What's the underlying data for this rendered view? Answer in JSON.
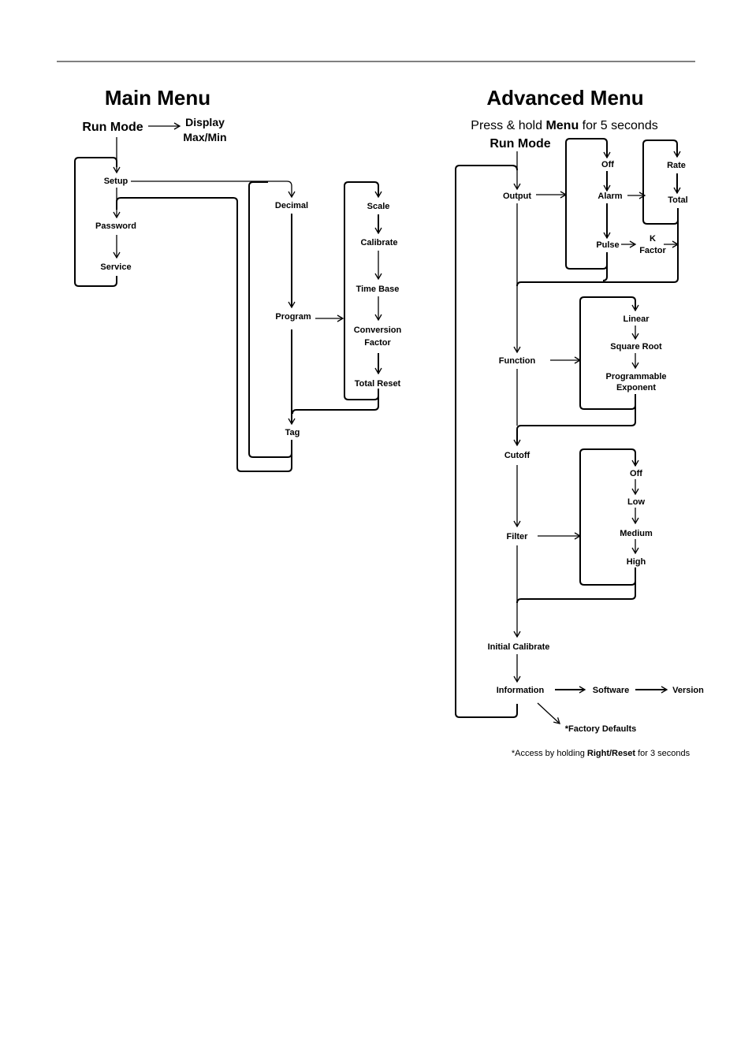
{
  "main_menu": {
    "title": "Main Menu",
    "run_mode": "Run Mode",
    "display_line1": "Display",
    "display_line2": "Max/Min",
    "setup": "Setup",
    "password": "Password",
    "service": "Service",
    "decimal": "Decimal",
    "program": "Program",
    "tag": "Tag",
    "scale": "Scale",
    "calibrate": "Calibrate",
    "time_base": "Time Base",
    "conversion_line1": "Conversion",
    "conversion_line2": "Factor",
    "total_reset": "Total Reset"
  },
  "advanced_menu": {
    "title": "Advanced Menu",
    "instruction_pre": "Press & hold ",
    "instruction_key": "Menu",
    "instruction_post": " for 5 seconds",
    "run_mode": "Run Mode",
    "output": "Output",
    "off": "Off",
    "alarm": "Alarm",
    "pulse": "Pulse",
    "rate": "Rate",
    "total": "Total",
    "k_factor_line1": "K",
    "k_factor_line2": "Factor",
    "function": "Function",
    "linear": "Linear",
    "square_root": "Square Root",
    "programmable_line1": "Programmable",
    "programmable_line2": "Exponent",
    "cutoff": "Cutoff",
    "filter": "Filter",
    "filter_off": "Off",
    "filter_low": "Low",
    "filter_medium": "Medium",
    "filter_high": "High",
    "initial_calibrate": "Initial Calibrate",
    "information": "Information",
    "software": "Software",
    "version": "Version",
    "factory_defaults": "*Factory Defaults",
    "footnote_pre": "*Access by holding ",
    "footnote_key": "Right/Reset",
    "footnote_post": " for 3 seconds"
  }
}
